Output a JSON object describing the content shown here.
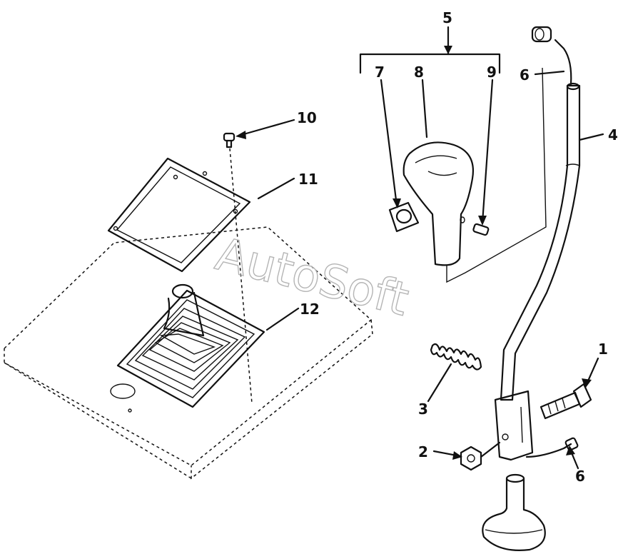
{
  "callouts": [
    {
      "id": "c1",
      "label": "1"
    },
    {
      "id": "c2",
      "label": "2"
    },
    {
      "id": "c3",
      "label": "3"
    },
    {
      "id": "c4",
      "label": "4"
    },
    {
      "id": "c5",
      "label": "5"
    },
    {
      "id": "c6a",
      "label": "6"
    },
    {
      "id": "c6b",
      "label": "6"
    },
    {
      "id": "c7",
      "label": "7"
    },
    {
      "id": "c8",
      "label": "8"
    },
    {
      "id": "c9",
      "label": "9"
    },
    {
      "id": "c10",
      "label": "10"
    },
    {
      "id": "c11",
      "label": "11"
    },
    {
      "id": "c12",
      "label": "12"
    }
  ],
  "watermark": "AutoSoft"
}
